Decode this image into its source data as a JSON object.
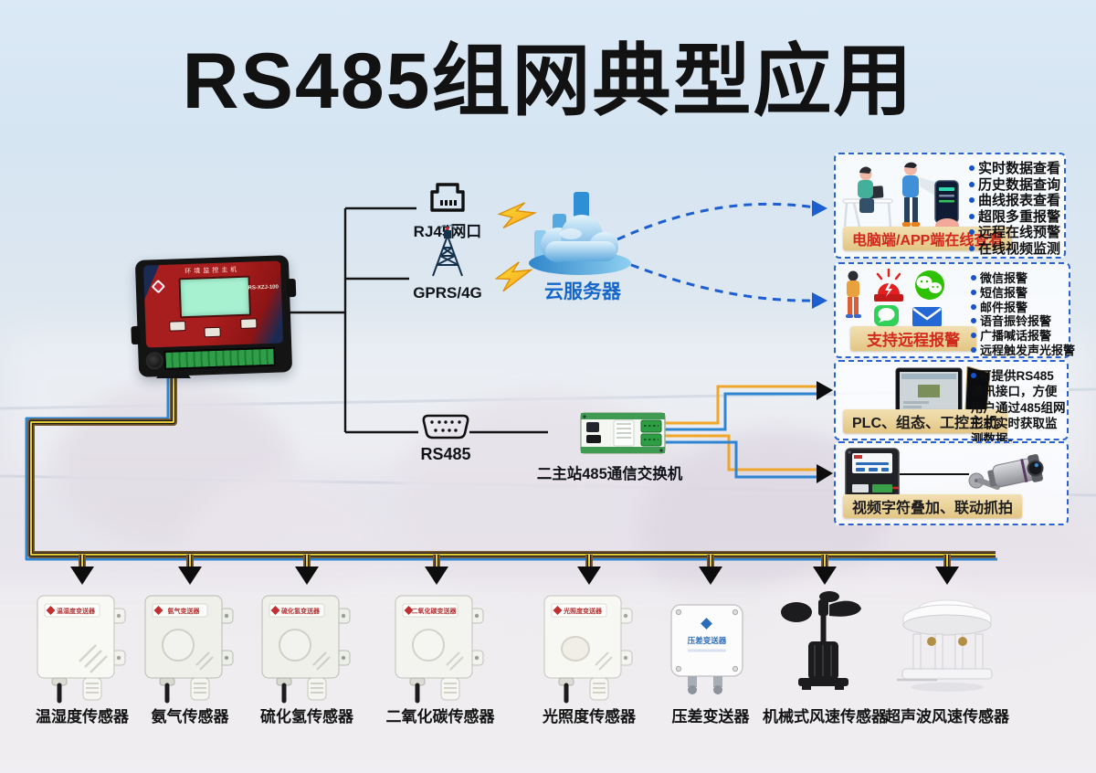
{
  "title": "RS485组网典型应用",
  "controller": {
    "device_title": "环境监控主机",
    "model": "RS-XZJ-100"
  },
  "network": {
    "rj45": "RJ45网口",
    "gprs": "GPRS/4G",
    "cloud": "云服务器",
    "rs485": "RS485",
    "switch": "二主站485通信交换机"
  },
  "panels": [
    {
      "label": "电脑端/APP端在线查看",
      "bullets": [
        "实时数据查看",
        "历史数据查询",
        "曲线报表查看",
        "超限多重报警",
        "远程在线预警",
        "在线视频监测"
      ]
    },
    {
      "label": "支持远程报警",
      "bullets": [
        "微信报警",
        "短信报警",
        "邮件报警",
        "语音振铃报警",
        "广播喊话报警",
        "远程触发声光报警"
      ]
    },
    {
      "label": "PLC、组态、工控主机",
      "description": "可提供RS485通讯接口，方便用户通过485组网形式实时获取监测数据。"
    },
    {
      "label": "视频字符叠加、联动抓拍"
    }
  ],
  "sensors": [
    {
      "label": "温湿度传感器",
      "device_label": "温湿度变送器"
    },
    {
      "label": "氨气传感器",
      "device_label": "氨气变送器"
    },
    {
      "label": "硫化氢传感器",
      "device_label": "硫化氢变送器"
    },
    {
      "label": "二氧化碳传感器",
      "device_label": "二氧化碳变送器"
    },
    {
      "label": "光照度传感器",
      "device_label": "光照度变送器"
    },
    {
      "label": "压差变送器",
      "device_label": "压差变送器"
    },
    {
      "label": "机械式风速传感器"
    },
    {
      "label": "超声波风速传感器"
    }
  ],
  "colors": {
    "accent_blue": "#2a63cf",
    "cloud_label_blue": "#1467c8",
    "alarm_red": "#d3281c",
    "tag_tan": "#ecd6a0",
    "wire_yellow": "#f0a62a",
    "wire_blue": "#2e86d3",
    "bus_yellow": "#ffe23a",
    "title_black": "#111111"
  }
}
